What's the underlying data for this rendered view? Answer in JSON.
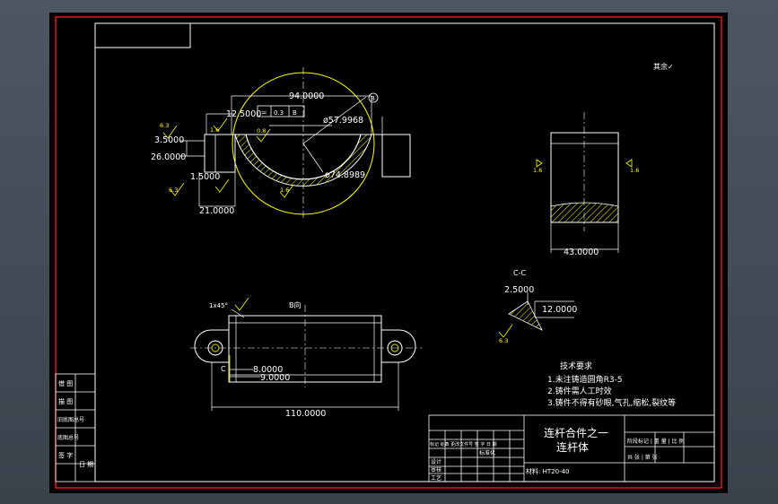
{
  "colors": {
    "background": "#000000",
    "frame_red": "#ff2020",
    "line_white": "#ffffff",
    "annotation_yellow": "#ffff00",
    "window_chrome": "#4a525d"
  },
  "top_view": {
    "dim_94": "94.0000",
    "dim_12_5": "12.5000",
    "dim_57": "ø57.9968",
    "dim_74": "ø74.8989",
    "dim_3_5": "3.5000",
    "dim_26": "26.0000",
    "dim_1_5": "1.5000",
    "dim_21": "21.0000",
    "gdt_symbol": "=",
    "gdt_value": "0.3",
    "gdt_datum": "B",
    "datum_circle": "B",
    "rough_a": "6.3",
    "rough_b": "1.6",
    "rough_c": "0.8",
    "rough_d": "6.3",
    "rough_e": "1.6"
  },
  "side_view": {
    "dim_43": "43.0000",
    "rough_left": "1.6",
    "rough_right": "1.6"
  },
  "section_cc": {
    "label": "C-C",
    "dim_2_5": "2.5000",
    "dim_12": "12.0000",
    "rough": "6.3"
  },
  "front_view": {
    "view_label": "B向",
    "chamfer": "1x45°",
    "dim_8": "8.0000",
    "dim_9": "9.0000",
    "dim_110": "110.0000",
    "section_mark": "C"
  },
  "roughness_note": "其余✓",
  "tech_requirements": {
    "title": "技术要求",
    "items": [
      "1.未注铸造圆角R3-5",
      "2.铸件需人工时效",
      "3.铸件不得有砂眼,气孔,缩松,裂纹等"
    ]
  },
  "title_block": {
    "part_title_line1": "连杆合件之一",
    "part_title_line2": "连杆体",
    "material": "材料: HT20-40",
    "left_header": "标记 处数 更改文件号 签 字 日 期",
    "drawing_label": "标准化",
    "rows": [
      "设计",
      "审核",
      "工艺"
    ],
    "right_header": "阶段标记 | 重 量 | 比 例",
    "right_footer": "共 张 | 第 张"
  },
  "left_strip": {
    "rows": [
      "借 图",
      "描 图",
      "旧底图总号",
      "底图总号",
      "签 字",
      "日 期"
    ]
  }
}
